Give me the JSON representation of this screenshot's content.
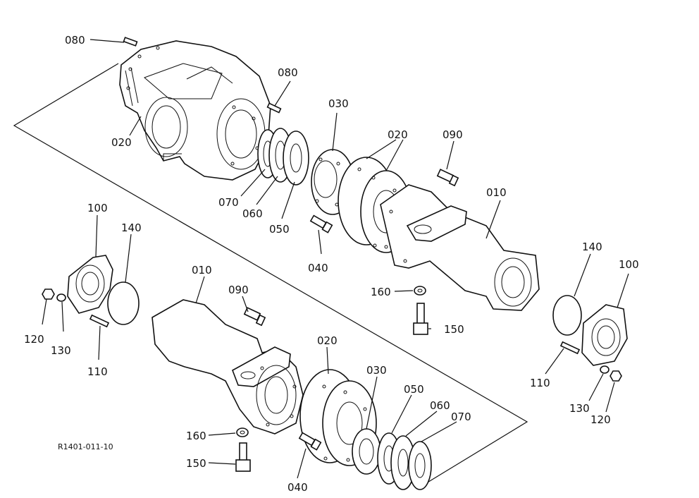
{
  "callouts": {
    "c080_top": "080",
    "c080_mid": "080",
    "c020_left": "020",
    "c030_top": "030",
    "c020_top": "020",
    "c090_top": "090",
    "c070_top": "070",
    "c060_top": "060",
    "c050_top": "050",
    "c040_top": "040",
    "c010_right": "010",
    "c160_right": "160",
    "c150_right": "150",
    "c140_right": "140",
    "c100_right": "100",
    "c110_right": "110",
    "c130_right": "130",
    "c120_right": "120",
    "c100_left": "100",
    "c140_left": "140",
    "c120_left": "120",
    "c130_left": "130",
    "c110_left": "110",
    "c010_left": "010",
    "c090_left": "090",
    "c020_bottom": "020",
    "c030_bottom": "030",
    "c050_bottom": "050",
    "c060_bottom": "060",
    "c070_bottom": "070",
    "c160_left": "160",
    "c150_left": "150",
    "c040_bottom": "040"
  },
  "reference_code": "R1401-011-10"
}
